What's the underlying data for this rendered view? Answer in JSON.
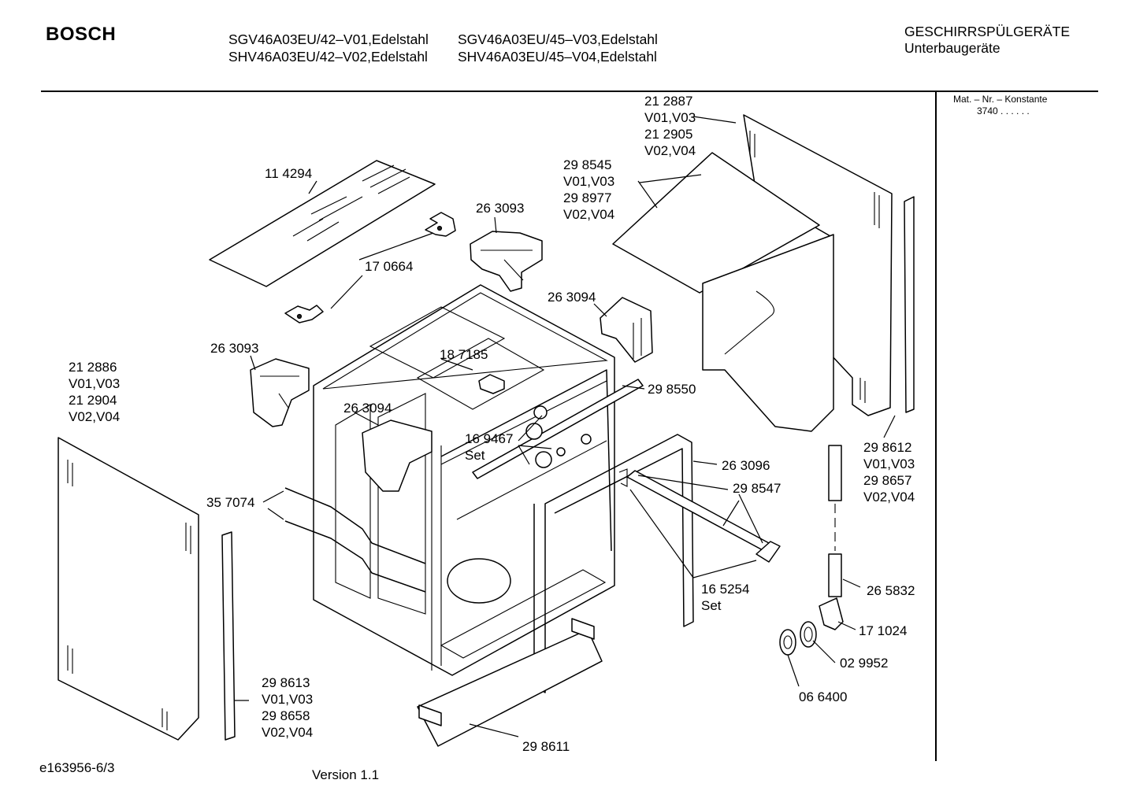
{
  "header": {
    "brand": "BOSCH",
    "models_col1": [
      "SGV46A03EU/42–V01,Edelstahl",
      "SHV46A03EU/42–V02,Edelstahl"
    ],
    "models_col2": [
      "SGV46A03EU/45–V03,Edelstahl",
      "SHV46A03EU/45–V04,Edelstahl"
    ],
    "category_line1": "GESCHIRRSPÜLGERÄTE",
    "category_line2": "Unterbaugeräte"
  },
  "side_panel": {
    "label": "Mat. – Nr. – Konstante",
    "value": "3740  .  .  .  .  .  ."
  },
  "footer": {
    "drawing_code": "e163956-6/3",
    "version": "Version 1.1"
  },
  "callouts": {
    "c_114294": [
      "11 4294"
    ],
    "c_170664": [
      "17 0664"
    ],
    "c_263093_top": [
      "26 3093"
    ],
    "c_212887": [
      "21 2887",
      "V01,V03",
      "21 2905",
      "V02,V04"
    ],
    "c_298545": [
      "29 8545",
      "V01,V03",
      "29 8977",
      "V02,V04"
    ],
    "c_263094_right": [
      "26 3094"
    ],
    "c_263093_left": [
      "26 3093"
    ],
    "c_187185": [
      "18 7185"
    ],
    "c_298550": [
      "29 8550"
    ],
    "c_212886": [
      "21 2886",
      "V01,V03",
      "21 2904",
      "V02,V04"
    ],
    "c_263094_left": [
      "26 3094"
    ],
    "c_169467": [
      "16 9467",
      "Set"
    ],
    "c_263096": [
      "26 3096"
    ],
    "c_298547": [
      "29 8547"
    ],
    "c_298612": [
      "29 8612",
      "V01,V03",
      "29 8657",
      "V02,V04"
    ],
    "c_357074": [
      "35 7074"
    ],
    "c_165254": [
      "16 5254",
      "Set"
    ],
    "c_265832": [
      "26 5832"
    ],
    "c_171024": [
      "17 1024"
    ],
    "c_029952": [
      "02 9952"
    ],
    "c_066400": [
      "06 6400"
    ],
    "c_298613": [
      "29 8613",
      "V01,V03",
      "29 8658",
      "V02,V04"
    ],
    "c_298611": [
      "29 8611"
    ]
  }
}
